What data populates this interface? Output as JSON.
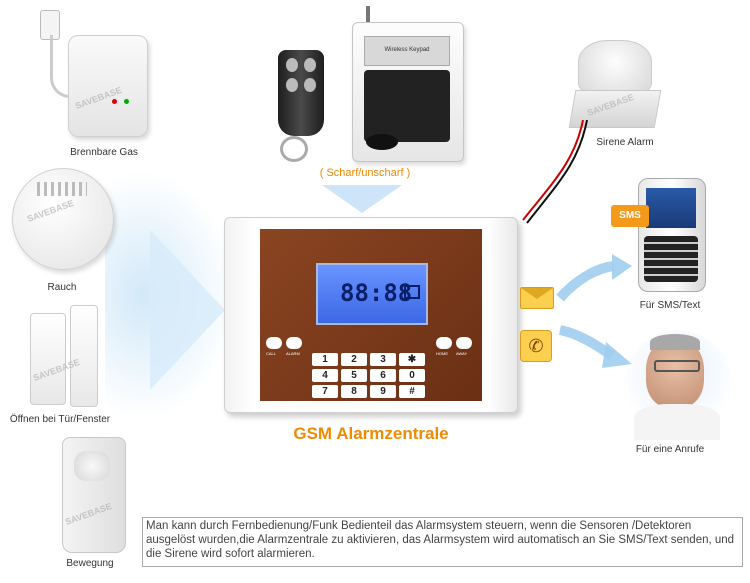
{
  "labels": {
    "gas": "Brennbare Gas",
    "smoke": "Rauch",
    "door": "Öffnen bei Tür/Fenster",
    "motion": "Bewegung",
    "remote": "( Scharf/unscharf )",
    "siren": "Sirene Alarm",
    "sms": "Für SMS/Text",
    "call": "Für eine Anrufe",
    "title": "GSM Alarmzentrale"
  },
  "keypad_device": {
    "brand": "Wireless Keypad"
  },
  "panel": {
    "lcd_digits": "88:88",
    "keys": [
      "1",
      "2",
      "3",
      "✱",
      "4",
      "5",
      "6",
      "0",
      "7",
      "8",
      "9",
      "#"
    ],
    "btn_call": "CALL",
    "btn_alarm": "ALARM",
    "btn_home": "HOME",
    "btn_away": "AWAY"
  },
  "phone": {
    "sms_badge": "SMS"
  },
  "watermark": "SAVEBASE",
  "description": "Man kann durch Fernbedienung/Funk Bedienteil das Alarmsystem steuern, wenn die Sensoren /Detektoren ausgelöst wurden,die Alarmzentrale zu aktivieren, das Alarmsystem wird automatisch an Sie SMS/Text senden, und die Sirene wird sofort alarmieren.",
  "colors": {
    "panel_brown": "#7a3a1c",
    "title_orange": "#f08a00",
    "lcd_blue": "#4a78f0"
  }
}
